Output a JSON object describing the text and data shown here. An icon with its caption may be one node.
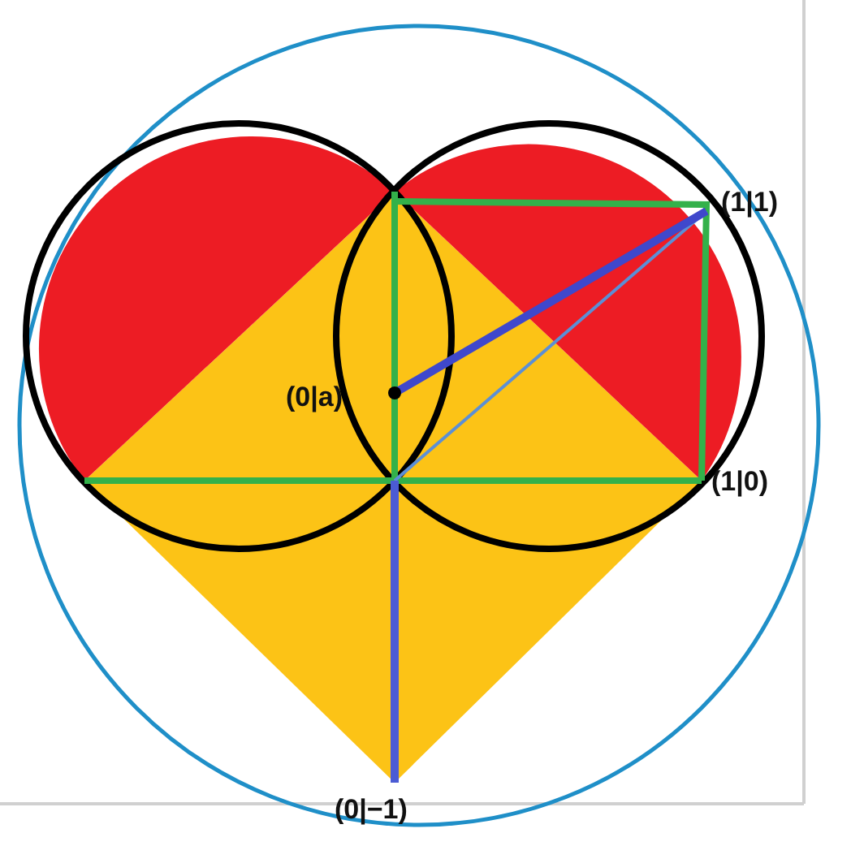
{
  "diagram": {
    "labels": [
      "(1|1)",
      "(0|a)",
      "(1|0)",
      "(0|−1)"
    ]
  }
}
